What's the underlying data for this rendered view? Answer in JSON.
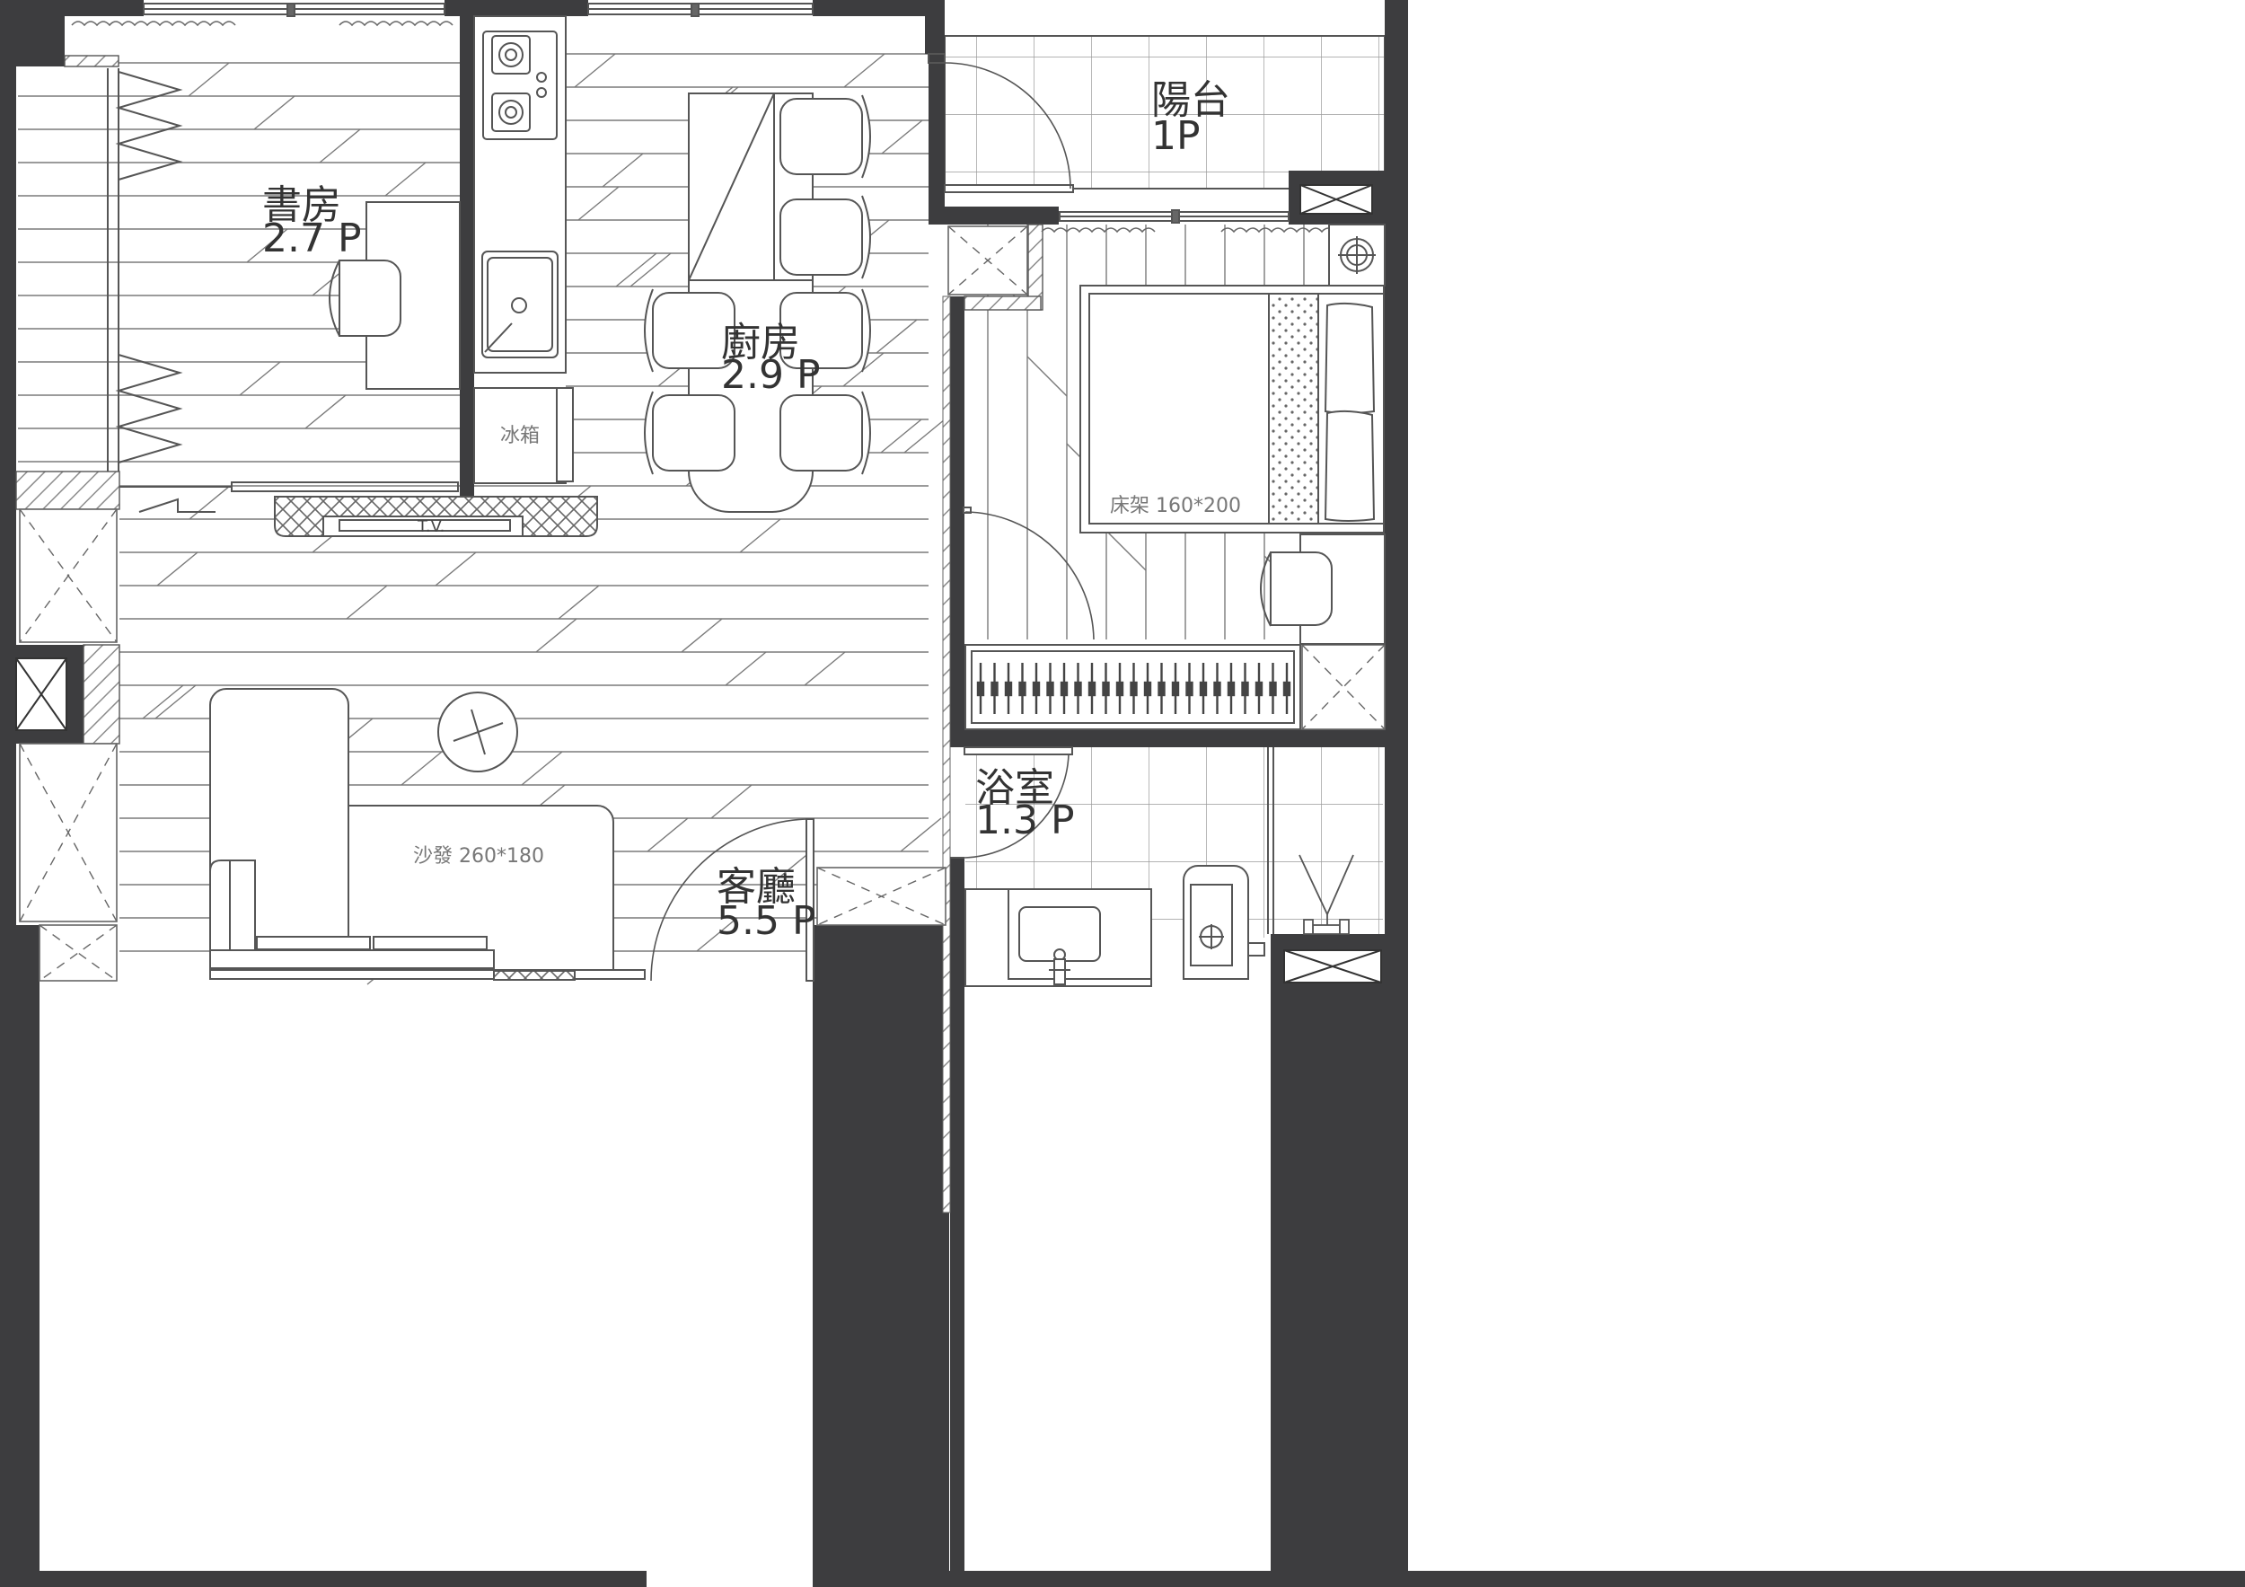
{
  "colors": {
    "wall": "#3d3d3f",
    "line": "#555555",
    "floor_line": "#7a7a7a",
    "hatch": "#9a9a9a",
    "background": "#ffffff"
  },
  "rooms": {
    "study": {
      "name": "書房",
      "area": "2.7 P"
    },
    "kitchen": {
      "name": "廚房",
      "area": "2.9 P"
    },
    "balcony": {
      "name": "陽台",
      "area": "1P"
    },
    "living": {
      "name": "客廳",
      "area": "5.5 P"
    },
    "bathroom": {
      "name": "浴室",
      "area": "1.3 P"
    }
  },
  "furniture": {
    "fridge": "冰箱",
    "sofa": "沙發 260*180",
    "bed": "床架 160*200",
    "tv": "T.V."
  }
}
